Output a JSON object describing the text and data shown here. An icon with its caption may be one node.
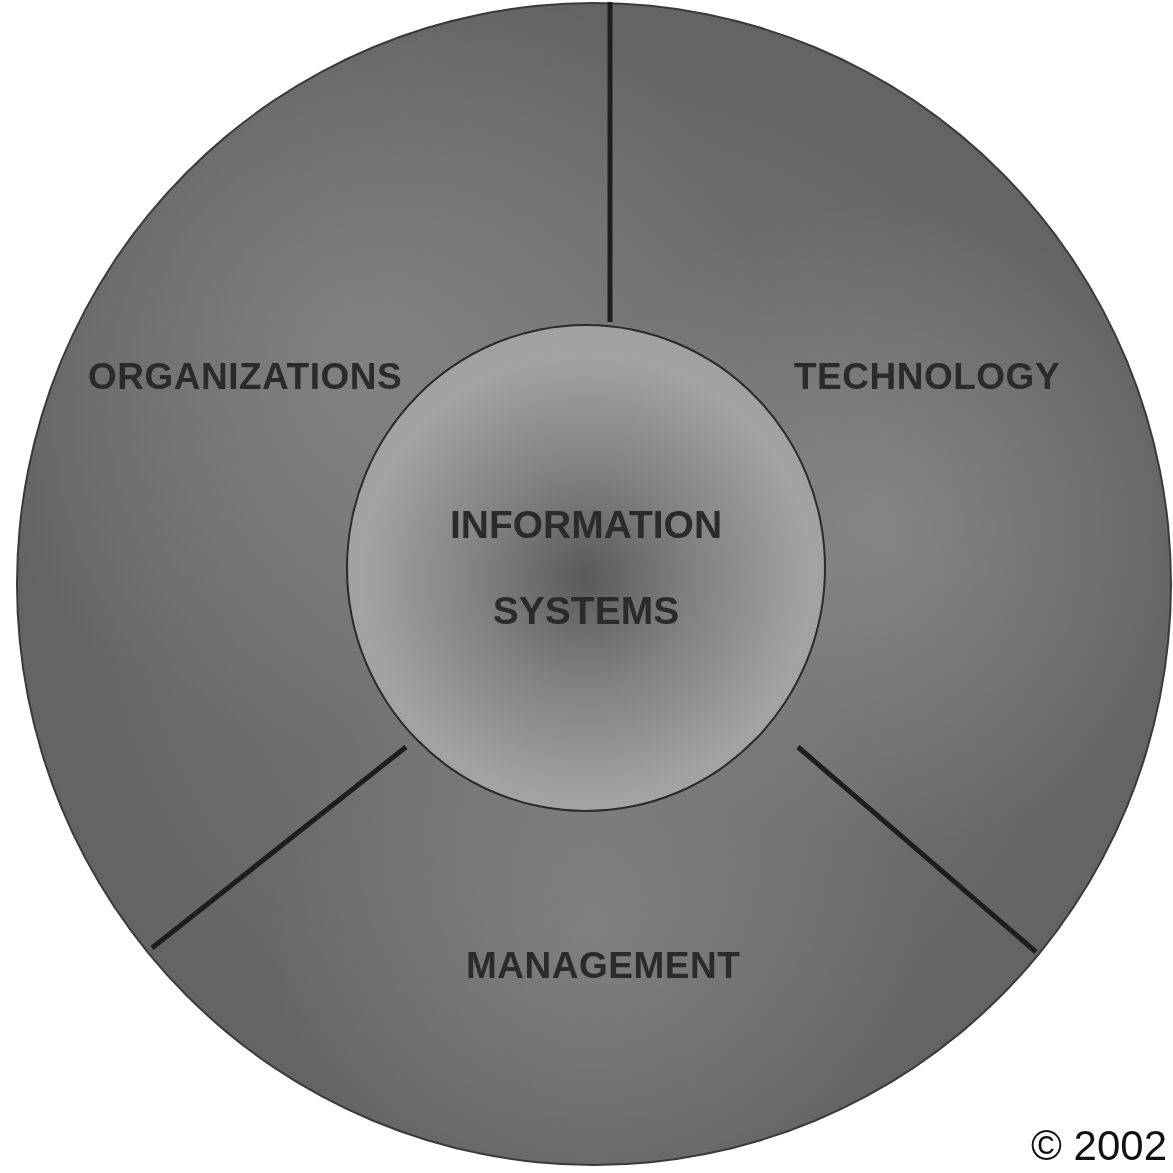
{
  "diagram": {
    "nodes": [
      {
        "text": [],
        "shape": "circle"
      },
      {
        "text": [
          "ORGANIZATIONS"
        ],
        "in": 0
      },
      {
        "text": [
          "TECHNOLOGY"
        ],
        "in": 0
      },
      {
        "text": [
          "INFORMATION SYSTEMS"
        ],
        "in": 0
      },
      {
        "text": [
          "MANAGEMENT"
        ],
        "in": 0
      }
    ],
    "labels": [
      "© 2002"
    ]
  }
}
